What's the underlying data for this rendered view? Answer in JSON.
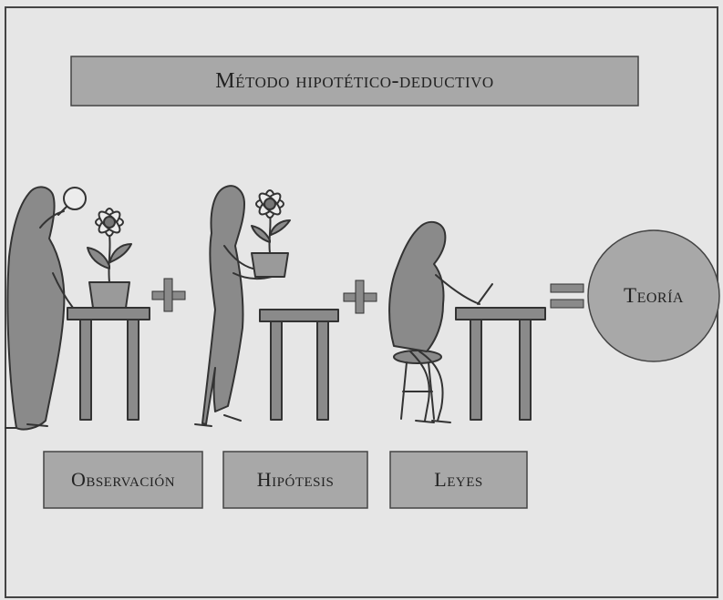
{
  "title": "Método hipotético-deductivo",
  "theory_label": "Teoría",
  "stages": [
    {
      "label": "Observación"
    },
    {
      "label": "Hipótesis"
    },
    {
      "label": "Leyes"
    }
  ],
  "operators": [
    "+",
    "+",
    "="
  ],
  "colors": {
    "background": "#e6e6e6",
    "box_fill": "#a8a8a8",
    "figure": "#8a8a8a",
    "outline": "#333333",
    "flower": "#ececec"
  }
}
